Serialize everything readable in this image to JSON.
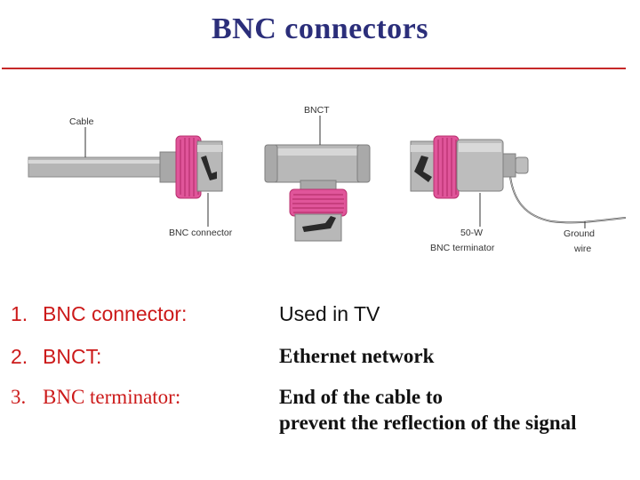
{
  "title": "BNC connectors",
  "diagram": {
    "labels": {
      "cable": "Cable",
      "bnc_t": "BNCT",
      "bnc_connector": "BNC connector",
      "terminator_line1": "50-W",
      "terminator_line2": "BNC terminator",
      "ground_line1": "Ground",
      "ground_line2": "wire"
    },
    "colors": {
      "metal": "#b5b5b5",
      "metal_dark": "#8a8a8a",
      "metal_light": "#d8d8d8",
      "collar": "#e0559a",
      "collar_dark": "#b8306e",
      "slot": "#2a2a2a"
    }
  },
  "rows": [
    {
      "num": "1.",
      "term": "BNC connector:",
      "desc": [
        "Used in TV"
      ]
    },
    {
      "num": "2.",
      "term": "BNCT:",
      "desc": [
        "Ethernet network"
      ]
    },
    {
      "num": "3.",
      "term": "BNC terminator:",
      "desc": [
        "End of the cable to",
        "prevent the reflection of the signal"
      ]
    }
  ],
  "colors": {
    "title": "#2b2e7a",
    "rule": "#c62828",
    "term": "#cc1a1a"
  }
}
